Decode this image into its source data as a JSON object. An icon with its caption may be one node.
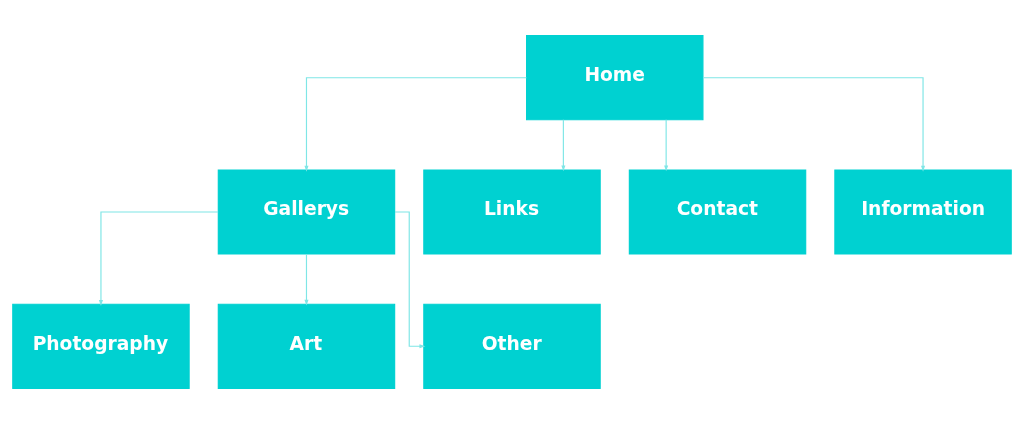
{
  "diagram": {
    "nodes": [
      {
        "text": [
          "Home"
        ]
      },
      {
        "text": [
          "Gallerys"
        ]
      },
      {
        "text": [
          "Links"
        ]
      },
      {
        "text": [
          "Contact"
        ]
      },
      {
        "text": [
          "Information"
        ]
      },
      {
        "text": [
          "Photography"
        ]
      },
      {
        "text": [
          "Art"
        ]
      },
      {
        "text": [
          "Other"
        ]
      }
    ],
    "edges": [
      {
        "from": 0,
        "to": 1,
        "arrow": "to"
      },
      {
        "from": 0,
        "to": 2,
        "arrow": "to"
      },
      {
        "from": 0,
        "to": 3,
        "arrow": "to"
      },
      {
        "from": 0,
        "to": 4,
        "arrow": "to"
      },
      {
        "from": 1,
        "to": 5,
        "arrow": "to"
      },
      {
        "from": 1,
        "to": 6,
        "arrow": "to"
      },
      {
        "from": 1,
        "to": 7,
        "arrow": "to"
      }
    ]
  }
}
